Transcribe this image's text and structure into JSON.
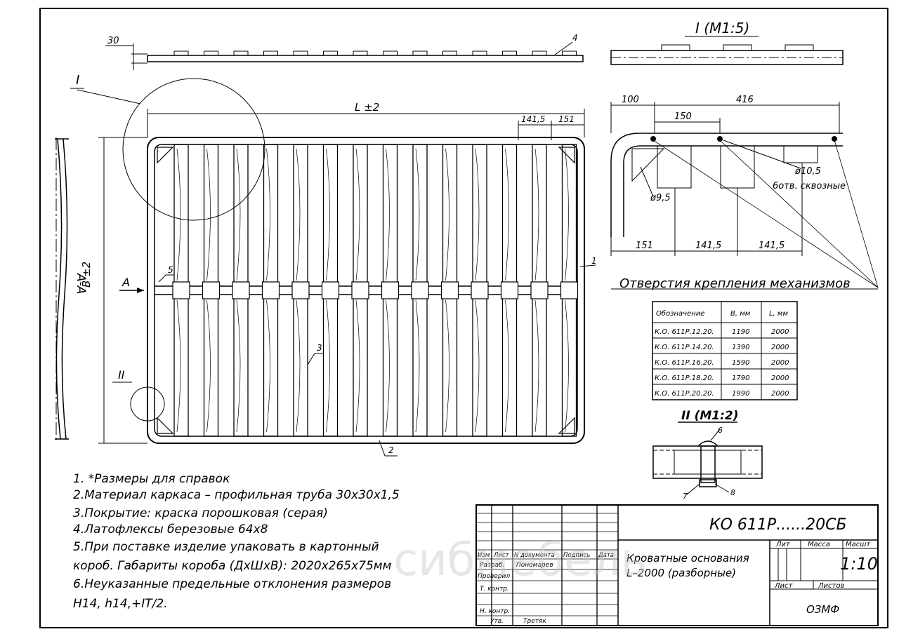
{
  "top_view": {
    "dim_30": "30",
    "callout_4": "4"
  },
  "detail_1": {
    "title": "I (M1:5)"
  },
  "section": {
    "label": "A-A"
  },
  "main": {
    "label_detail_1": "I",
    "label_detail_2": "II",
    "dim_length": "L ±2",
    "dim_width": "B ±2",
    "dim_slat_pitch": "141,5",
    "dim_edge": "151",
    "section_arrow": "A",
    "callout_1": "1",
    "callout_2": "2",
    "callout_3": "3",
    "callout_5": "5"
  },
  "corner_detail": {
    "dim_100": "100",
    "dim_416": "416",
    "dim_150": "150",
    "hole_10": "ø10,5",
    "holes_note": "6отв. сквозные",
    "hole_9": "ø9,5",
    "dim_bottom": [
      "151",
      "141,5",
      "141,5"
    ],
    "caption": "Отверстия крепления механизмов"
  },
  "spec_table": {
    "headers": [
      "Обозначение",
      "B, мм",
      "L, мм"
    ],
    "rows": [
      [
        "К.О. 611Р.12.20.",
        "1190",
        "2000"
      ],
      [
        "К.О. 611Р.14.20.",
        "1390",
        "2000"
      ],
      [
        "К.О. 611Р.16.20.",
        "1590",
        "2000"
      ],
      [
        "К.О. 611Р.18.20.",
        "1790",
        "2000"
      ],
      [
        "К.О. 611Р.20.20.",
        "1990",
        "2000"
      ]
    ]
  },
  "detail_2": {
    "title": "II (M1:2)",
    "callouts": [
      "6",
      "7",
      "8"
    ]
  },
  "notes": [
    "1. *Размеры для справок",
    "2.Материал каркаса – профильная труба 30х30х1,5",
    "3.Покрытие: краска порошковая (серая)",
    "4.Латофлексы березовые 64х8",
    "5.При поставке изделие упаковать в картонный",
    "короб. Габариты короба (ДхШхВ): 2020х265х75мм",
    "6.Неуказанные предельные отклонения размеров",
    "Н14, h14,+IT/2."
  ],
  "title_block": {
    "designation": "КО 611Р......20СБ",
    "name_line1": "Кроватные основания",
    "name_line2": "L–2000 (разборные)",
    "col_headers": [
      "Изм",
      "Лист",
      "N документа",
      "Подпись",
      "Дата"
    ],
    "roles": [
      "Разраб.",
      "Проверил",
      "Т. контр.",
      "Н. контр.",
      "Утв."
    ],
    "people": [
      "Пономарев",
      "Третяк"
    ],
    "lit_label": "Лит",
    "mass_label": "Масса",
    "scale_label": "Масшт",
    "scale_value": "1:10",
    "sheet_label": "Лист",
    "sheets_label": "Листов",
    "org": "ОЗМФ"
  },
  "watermark": "сибмебель"
}
